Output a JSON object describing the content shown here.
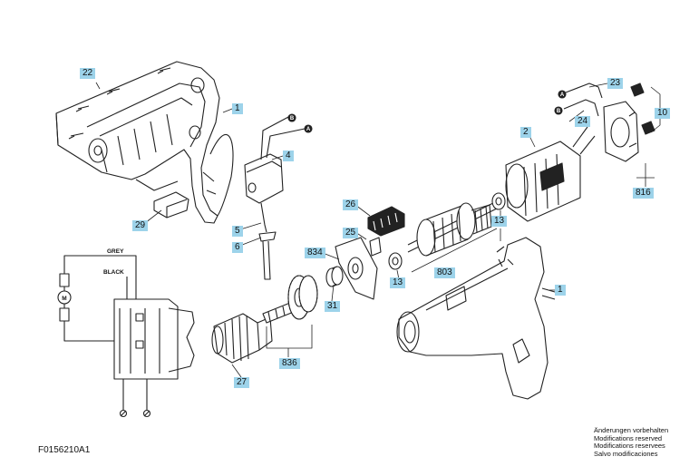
{
  "diagram_code": "F0156210A1",
  "notes": [
    "Änderungen vorbehalten",
    "Modifications reserved",
    "Modifications reservees",
    "Salvo modificaciones"
  ],
  "wire_labels": {
    "grey": "GREY",
    "black": "BLACK",
    "motor": "M"
  },
  "connector_labels": {
    "a": "A",
    "b": "B"
  },
  "callouts": {
    "c22": "22",
    "c1a": "1",
    "c29": "29",
    "c4": "4",
    "c5": "5",
    "c6": "6",
    "c26": "26",
    "c25": "25",
    "c834": "834",
    "c31": "31",
    "c27": "27",
    "c836": "836",
    "c803": "803",
    "c13a": "13",
    "c13b": "13",
    "c2": "2",
    "c23": "23",
    "c24": "24",
    "c10": "10",
    "c816": "816",
    "c1b": "1"
  }
}
